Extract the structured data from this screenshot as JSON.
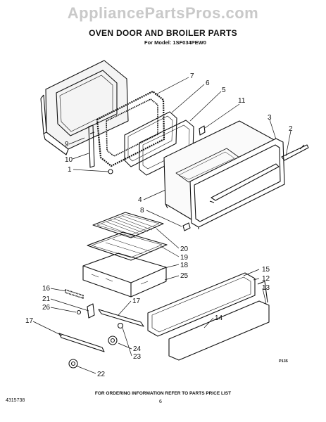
{
  "watermark": "AppliancePartsPros.com",
  "title": "OVEN DOOR AND BROILER PARTS",
  "subtitle": "For Model: 1SF034PEW0",
  "callouts": [
    "7",
    "6",
    "5",
    "11",
    "3",
    "2",
    "9",
    "10",
    "1",
    "4",
    "8",
    "20",
    "19",
    "18",
    "25",
    "15",
    "12",
    "13",
    "16",
    "21",
    "26",
    "17",
    "17",
    "14",
    "24",
    "23",
    "22"
  ],
  "footer_note": "FOR ORDERING INFORMATION REFER TO PARTS PRICE LIST",
  "doc_number": "4315738",
  "page_number": "6",
  "figure_code": "P135",
  "colors": {
    "ink": "#111111",
    "watermark": "#c9c9c9",
    "background": "#ffffff"
  }
}
